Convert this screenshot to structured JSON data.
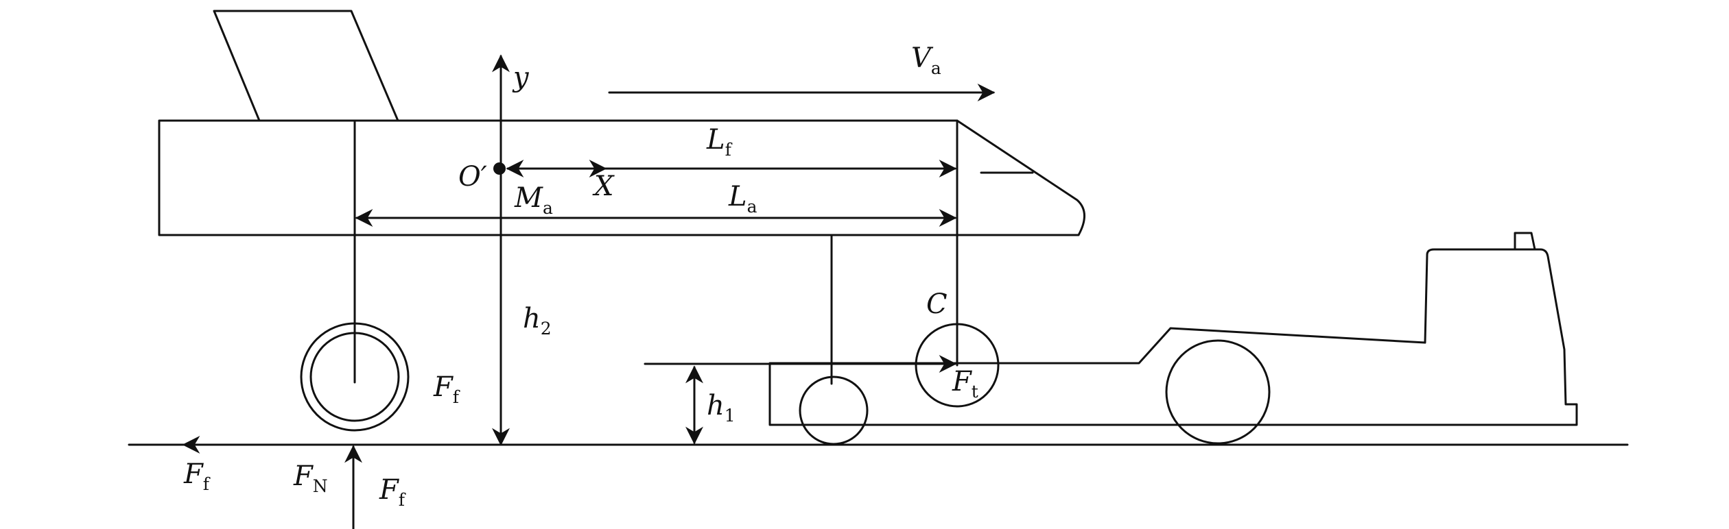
{
  "diagram": {
    "labels": {
      "y_axis": "y",
      "velocity": {
        "main": "V",
        "sub": "a"
      },
      "origin": "O′",
      "x_point": "X",
      "l_f": {
        "main": "L",
        "sub": "f"
      },
      "m_a": {
        "main": "M",
        "sub": "a"
      },
      "l_a": {
        "main": "L",
        "sub": "a"
      },
      "h_2": {
        "main": "h",
        "sub": "2"
      },
      "h_1": {
        "main": "h",
        "sub": "1"
      },
      "c_point": "C",
      "f_t": {
        "main": "F",
        "sub": "t"
      },
      "f_f_wheel": {
        "main": "F",
        "sub": "f"
      },
      "f_f_ground_left": {
        "main": "F",
        "sub": "f"
      },
      "f_n": {
        "main": "F",
        "sub": "N"
      },
      "f_f_bottom": {
        "main": "F",
        "sub": "f"
      }
    }
  }
}
